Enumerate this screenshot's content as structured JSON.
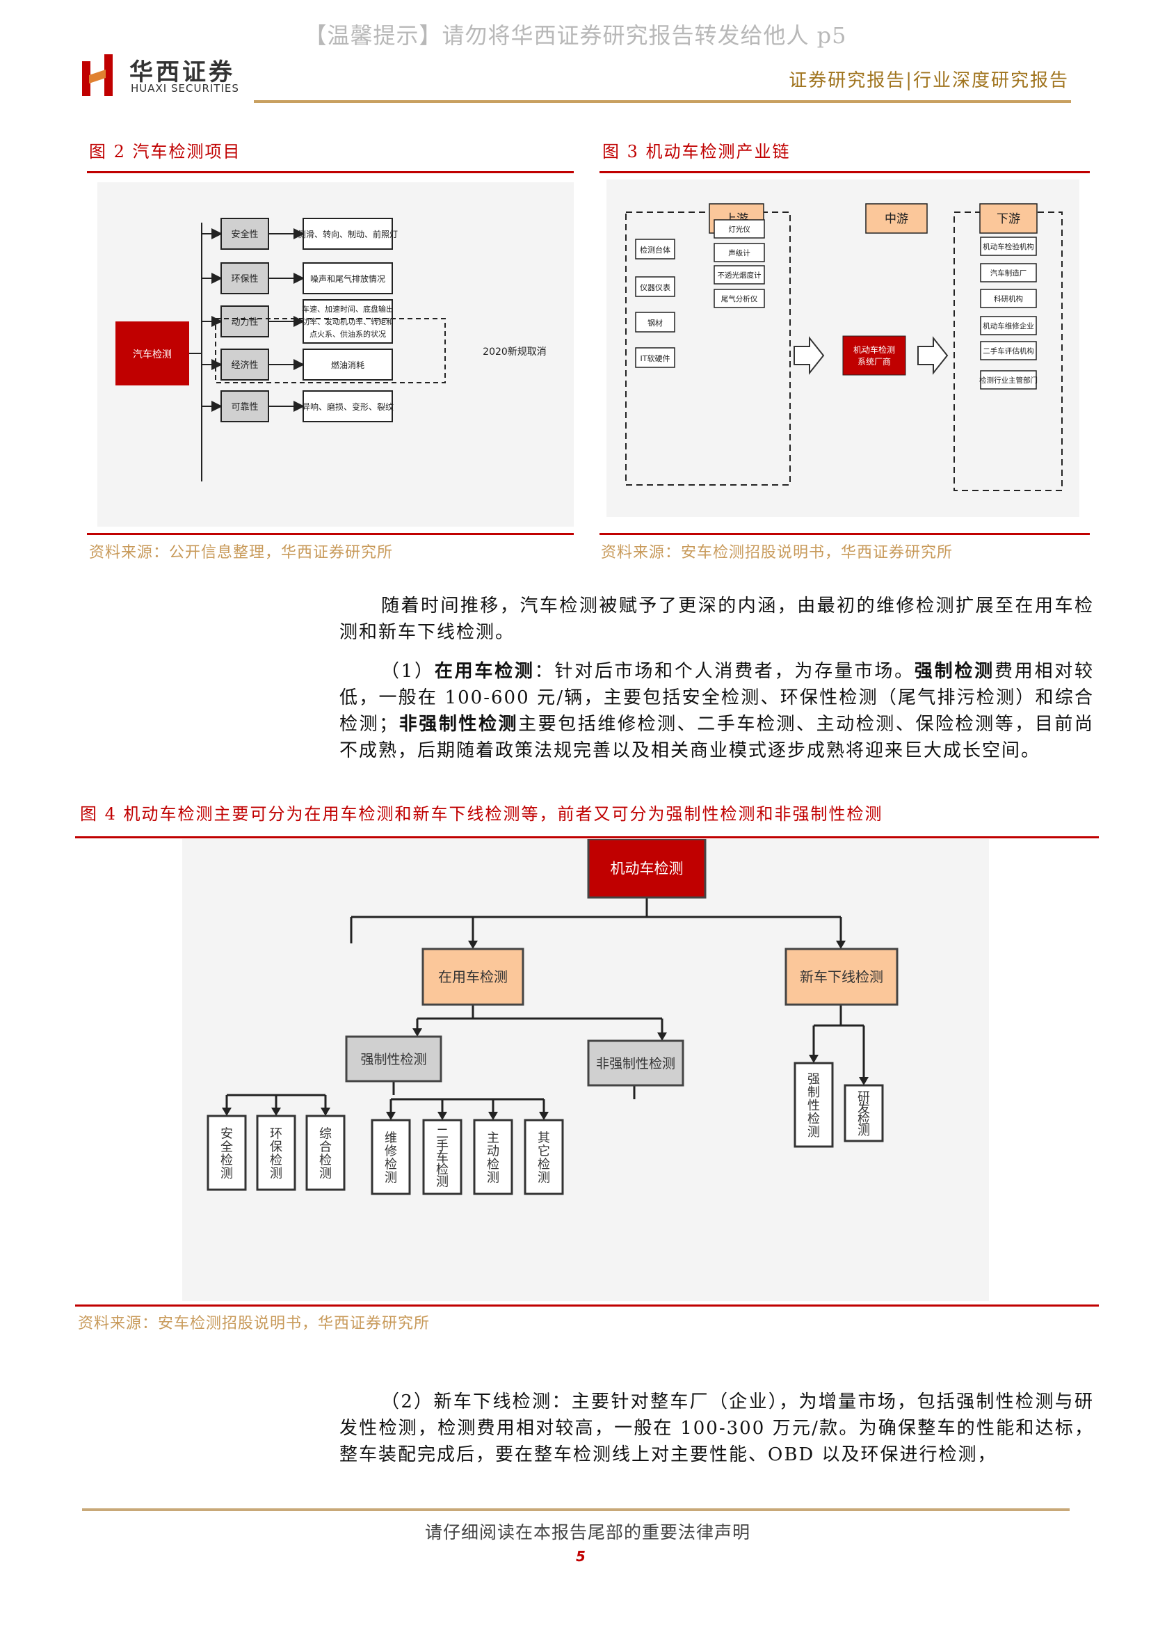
{
  "watermark": "【温馨提示】请勿将华西证券研究报告转发给他人 p5",
  "brand": {
    "cn": "华西证券",
    "en": "HUAXI SECURITIES",
    "logo_letter": "H"
  },
  "header_right": "证券研究报告|行业深度研究报告",
  "fig2": {
    "title": "图 2  汽车检测项目",
    "root": "汽车检测",
    "categories": [
      "安全性",
      "环保性",
      "动力性",
      "经济性",
      "可靠性"
    ],
    "details": [
      "侧滑、转向、制动、前照灯",
      "噪声和尾气排放情况",
      "车速、加速时间、底盘输出功率、发动机功率、转矩和点火系、供油系的状况",
      "燃油消耗",
      "异响、磨损、变形、裂纹"
    ],
    "details_lines": [
      [
        "侧滑、转向、制动、前照灯"
      ],
      [
        "噪声和尾气排放情况"
      ],
      [
        "车速、加速时间、底盘输出",
        "功率、发动机功率、转矩和",
        "点火系、供油系的状况"
      ],
      [
        "燃油消耗"
      ],
      [
        "异响、磨损、变形、裂纹"
      ]
    ],
    "note": "2020新规取消",
    "source": "资料来源：公开信息整理，华西证券研究所"
  },
  "fig3": {
    "title": "图 3  机动车检测产业链",
    "upstream": "上游",
    "midstream": "中游",
    "downstream": "下游",
    "upstream_left": [
      "检测台体",
      "仪器仪表",
      "钢材",
      "IT软硬件"
    ],
    "upstream_right": [
      "灯光仪",
      "声级计",
      "不透光烟度计",
      "尾气分析仪"
    ],
    "middle": "机动车检测系统厂商",
    "middle_lines": [
      "机动车检测",
      "系统厂商"
    ],
    "downstream_items": [
      "机动车检验机构",
      "汽车制造厂",
      "科研机构",
      "机动车维修企业",
      "二手车评估机构",
      "检测行业主管部门"
    ],
    "source": "资料来源：安车检测招股说明书，华西证券研究所"
  },
  "para1": "随着时间推移，汽车检测被赋予了更深的内涵，由最初的维修检测扩展至在用车检测和新车下线检测。",
  "para2": {
    "prefix": "（1）",
    "bold1": "在用车检测",
    "text1": "：针对后市场和个人消费者，为存量市场。",
    "bold2": "强制检测",
    "text2": "费用相对较低，一般在 100-600 元/辆，主要包括安全检测、环保性检测（尾气排污检测）和综合检测；",
    "bold3": "非强制性检测",
    "text3": "主要包括维修检测、二手车检测、主动检测、保险检测等，目前尚不成熟，后期随着政策法规完善以及相关商业模式逐步成熟将迎来巨大成长空间。"
  },
  "fig4": {
    "title": "图 4  机动车检测主要可分为在用车检测和新车下线检测等，前者又可分为强制性检测和非强制性检测",
    "root": "机动车检测",
    "branch_inuse": "在用车检测",
    "branch_new": "新车下线检测",
    "mandatory": "强制性检测",
    "nonmandatory": "非强制性检测",
    "leaves_mandatory": [
      "安全检测",
      "环保检测",
      "综合检测"
    ],
    "leaves_nonmandatory": [
      "维修检测",
      "二手车检测",
      "主动检测",
      "其它检测"
    ],
    "leaves_new": [
      "强制性检测",
      "研发检测"
    ],
    "source": "资料来源：安车检测招股说明书，华西证券研究所"
  },
  "para3": "（2）新车下线检测：主要针对整车厂（企业），为增量市场，包括强制性检测与研发性检测，检测费用相对较高，一般在 100-300 万元/款。为确保整车的性能和达标，整车装配完成后，要在整车检测线上对主要性能、OBD 以及环保进行检测，",
  "footer": "请仔细阅读在本报告尾部的重要法律声明",
  "page_number": "5",
  "colors": {
    "red": "#c00000",
    "gold": "#c8a060",
    "orange": "#fbc79a",
    "gray_box": "#d0d0d0"
  }
}
